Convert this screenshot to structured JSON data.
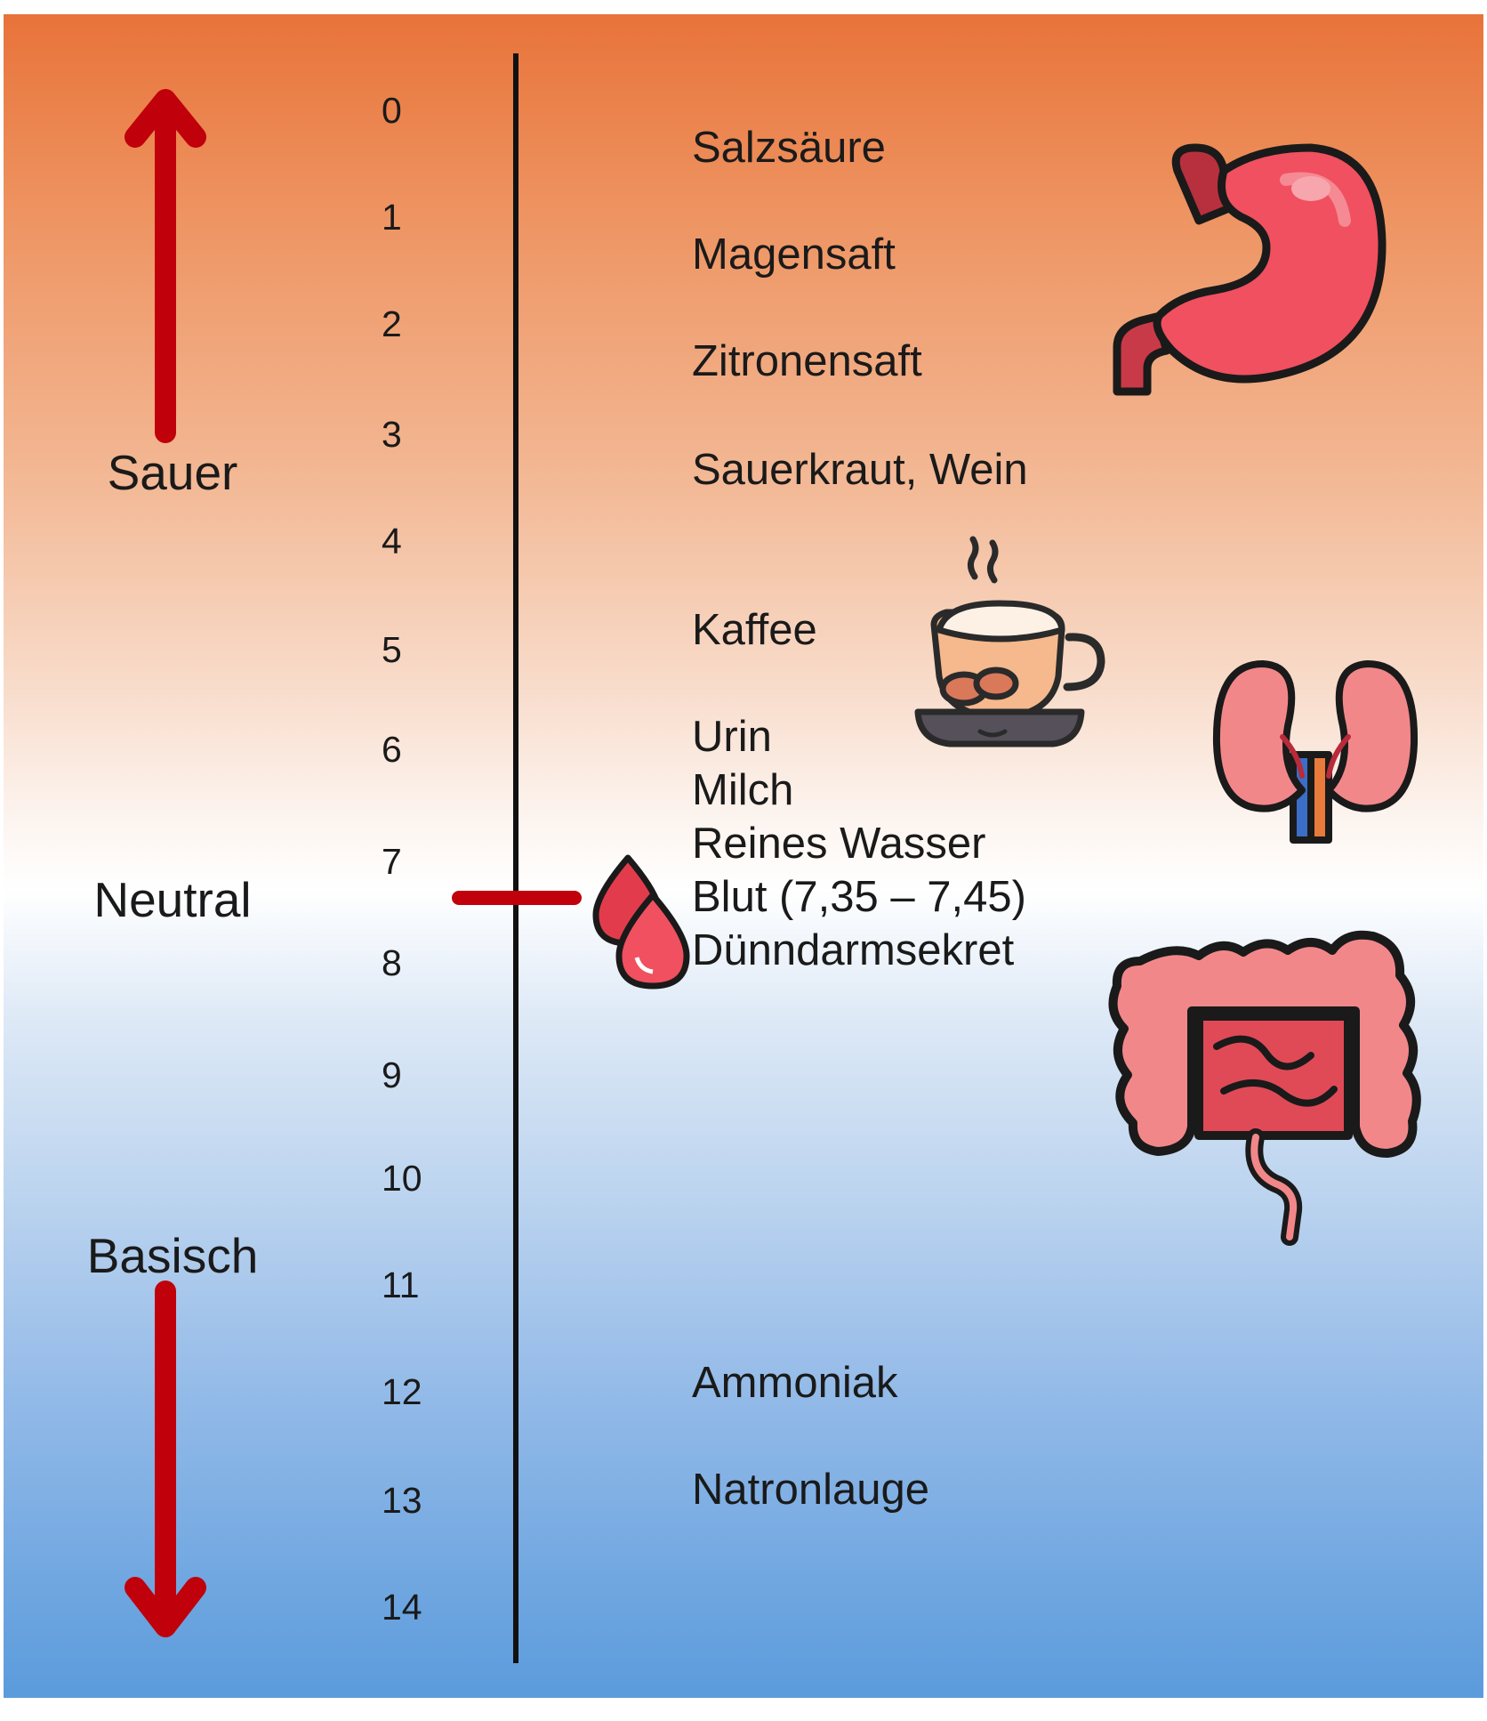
{
  "scale": {
    "ticks": [
      "0",
      "1",
      "2",
      "3",
      "4",
      "5",
      "6",
      "7",
      "8",
      "9",
      "10",
      "11",
      "12",
      "13",
      "14"
    ],
    "neutral_marker_value": 7.4
  },
  "sides": {
    "acid_label": "Sauer",
    "neutral_label": "Neutral",
    "base_label": "Basisch"
  },
  "substances": [
    {
      "name": "Salzsäure"
    },
    {
      "name": "Magensaft"
    },
    {
      "name": "Zitronensaft"
    },
    {
      "name": "Sauerkraut, Wein"
    },
    {
      "name": "Kaffee"
    },
    {
      "name": "Urin"
    },
    {
      "name": "Milch"
    },
    {
      "name": "Reines Wasser"
    },
    {
      "name": "Blut (7,35 – 7,45)"
    },
    {
      "name": "Dünndarmsekret"
    },
    {
      "name": "Ammoniak"
    },
    {
      "name": "Natronlauge"
    }
  ],
  "icons": [
    "stomach-icon",
    "coffee-cup-icon",
    "kidneys-icon",
    "blood-drops-icon",
    "intestines-icon"
  ],
  "colors": {
    "arrow": "#c0000a",
    "top": "#e8733a",
    "bottom": "#5b9bdc",
    "organ": "#f0505f",
    "organ_light": "#f2878a"
  }
}
